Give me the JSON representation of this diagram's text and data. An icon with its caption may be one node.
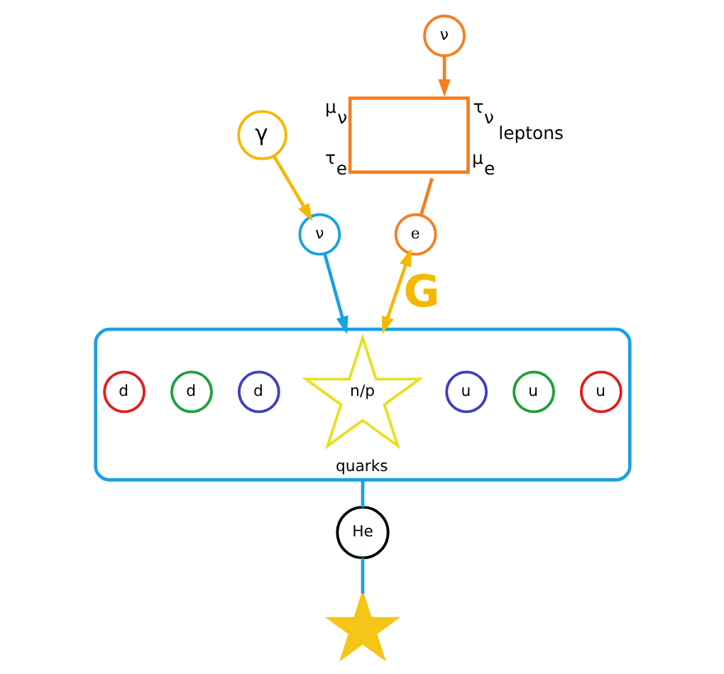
{
  "diagram": {
    "nodes": [
      {
        "text": [
          "γ"
        ]
      },
      {
        "text": [
          "ν"
        ]
      },
      {
        "text": [
          "ν"
        ]
      },
      {
        "text": [],
        "shape": "box",
        "beside": [
          "μ$_{ν}$",
          "τ$_{ν}$",
          "τ$_{e}$",
          "μ$_{e}$",
          "leptons"
        ]
      },
      {
        "text": [
          "e"
        ]
      },
      {
        "text": [],
        "shape": "star"
      },
      {
        "text": [
          "He"
        ]
      },
      {
        "text": [
          "quarks"
        ]
      },
      {
        "text": [
          "u"
        ],
        "in": 7
      },
      {
        "text": [
          "u"
        ],
        "in": 7
      },
      {
        "text": [
          "u"
        ],
        "in": 7
      },
      {
        "text": [
          "n/p"
        ],
        "in": 7
      },
      {
        "text": [
          "d"
        ],
        "in": 7
      },
      {
        "text": [
          "d"
        ],
        "in": 7
      },
      {
        "text": [
          "d"
        ],
        "in": 7
      }
    ],
    "edges": [
      {
        "from": 0,
        "to": 1,
        "arrow": "to",
        "color": "#f5b800"
      },
      {
        "from": 2,
        "to": 3,
        "arrow": "to",
        "color": "#f57f20"
      },
      {
        "from": 3,
        "to": 4,
        "arrow": "none",
        "color": "#f57f20"
      },
      {
        "from": 1,
        "to": 7,
        "arrow": "to",
        "color": "#1ba1e2"
      },
      {
        "from": 7,
        "to": 6,
        "arrow": "none",
        "color": "#1ba1e2"
      },
      {
        "from": 6,
        "to": 5,
        "arrow": "none",
        "color": "#1ba1e2"
      },
      {
        "from": 4,
        "to": 7,
        "arrow": "both",
        "color": "#f5b800",
        "label": "G"
      }
    ]
  }
}
